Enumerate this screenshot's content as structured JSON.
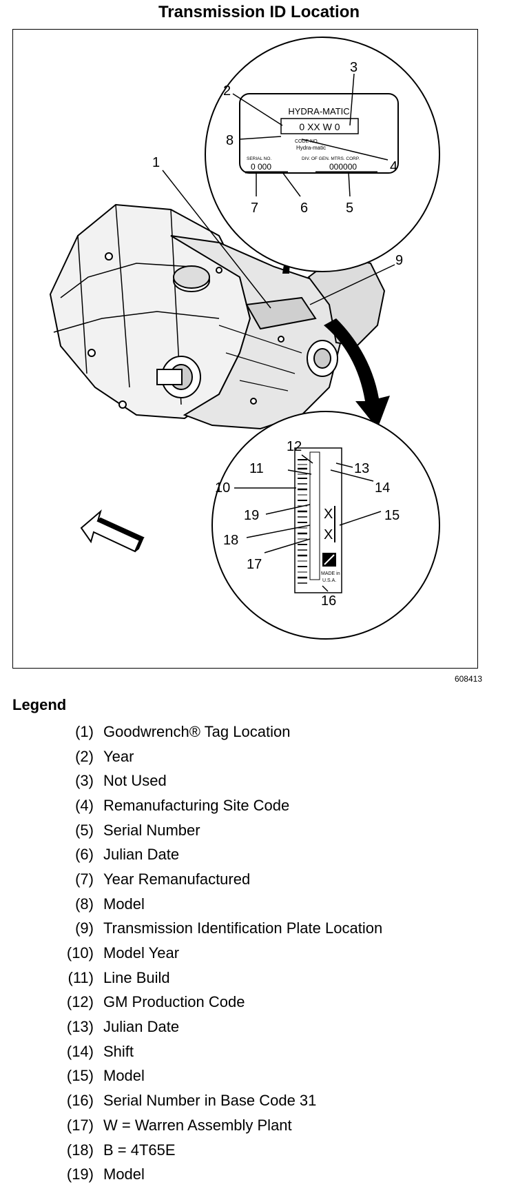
{
  "title": "Transmission ID Location",
  "figure_id": "608413",
  "callouts": [
    "1",
    "2",
    "3",
    "4",
    "5",
    "6",
    "7",
    "8",
    "9",
    "10",
    "11",
    "12",
    "13",
    "14",
    "15",
    "16",
    "17",
    "18",
    "19"
  ],
  "upper_tag": {
    "brand": "HYDRA-MATIC",
    "code_line": "0 XX  W  0",
    "code_label": "CODE NO.",
    "division": "Hydra-matic",
    "serial_label": "SERIAL NO.",
    "div_label": "DIV. OF GEN. MTRS. CORP.",
    "serial_left": "0 000",
    "serial_right": "000000"
  },
  "lower_tag": {
    "x1": "X",
    "x2": "X",
    "made_in": "MADE in",
    "usa": "U.S.A."
  },
  "legend_title": "Legend",
  "legend": [
    {
      "num": "(1)",
      "text": "Goodwrench® Tag Location"
    },
    {
      "num": "(2)",
      "text": "Year"
    },
    {
      "num": "(3)",
      "text": "Not Used"
    },
    {
      "num": "(4)",
      "text": "Remanufacturing Site Code"
    },
    {
      "num": "(5)",
      "text": "Serial Number"
    },
    {
      "num": "(6)",
      "text": "Julian Date"
    },
    {
      "num": "(7)",
      "text": "Year Remanufactured"
    },
    {
      "num": "(8)",
      "text": "Model"
    },
    {
      "num": "(9)",
      "text": "Transmission Identification Plate Location"
    },
    {
      "num": "(10)",
      "text": "Model Year"
    },
    {
      "num": "(11)",
      "text": "Line Build"
    },
    {
      "num": "(12)",
      "text": "GM Production Code"
    },
    {
      "num": "(13)",
      "text": "Julian Date"
    },
    {
      "num": "(14)",
      "text": "Shift"
    },
    {
      "num": "(15)",
      "text": "Model"
    },
    {
      "num": "(16)",
      "text": "Serial Number in Base Code 31"
    },
    {
      "num": "(17)",
      "text": "W = Warren Assembly Plant"
    },
    {
      "num": "(18)",
      "text": "B = 4T65E"
    },
    {
      "num": "(19)",
      "text": "Model"
    }
  ]
}
